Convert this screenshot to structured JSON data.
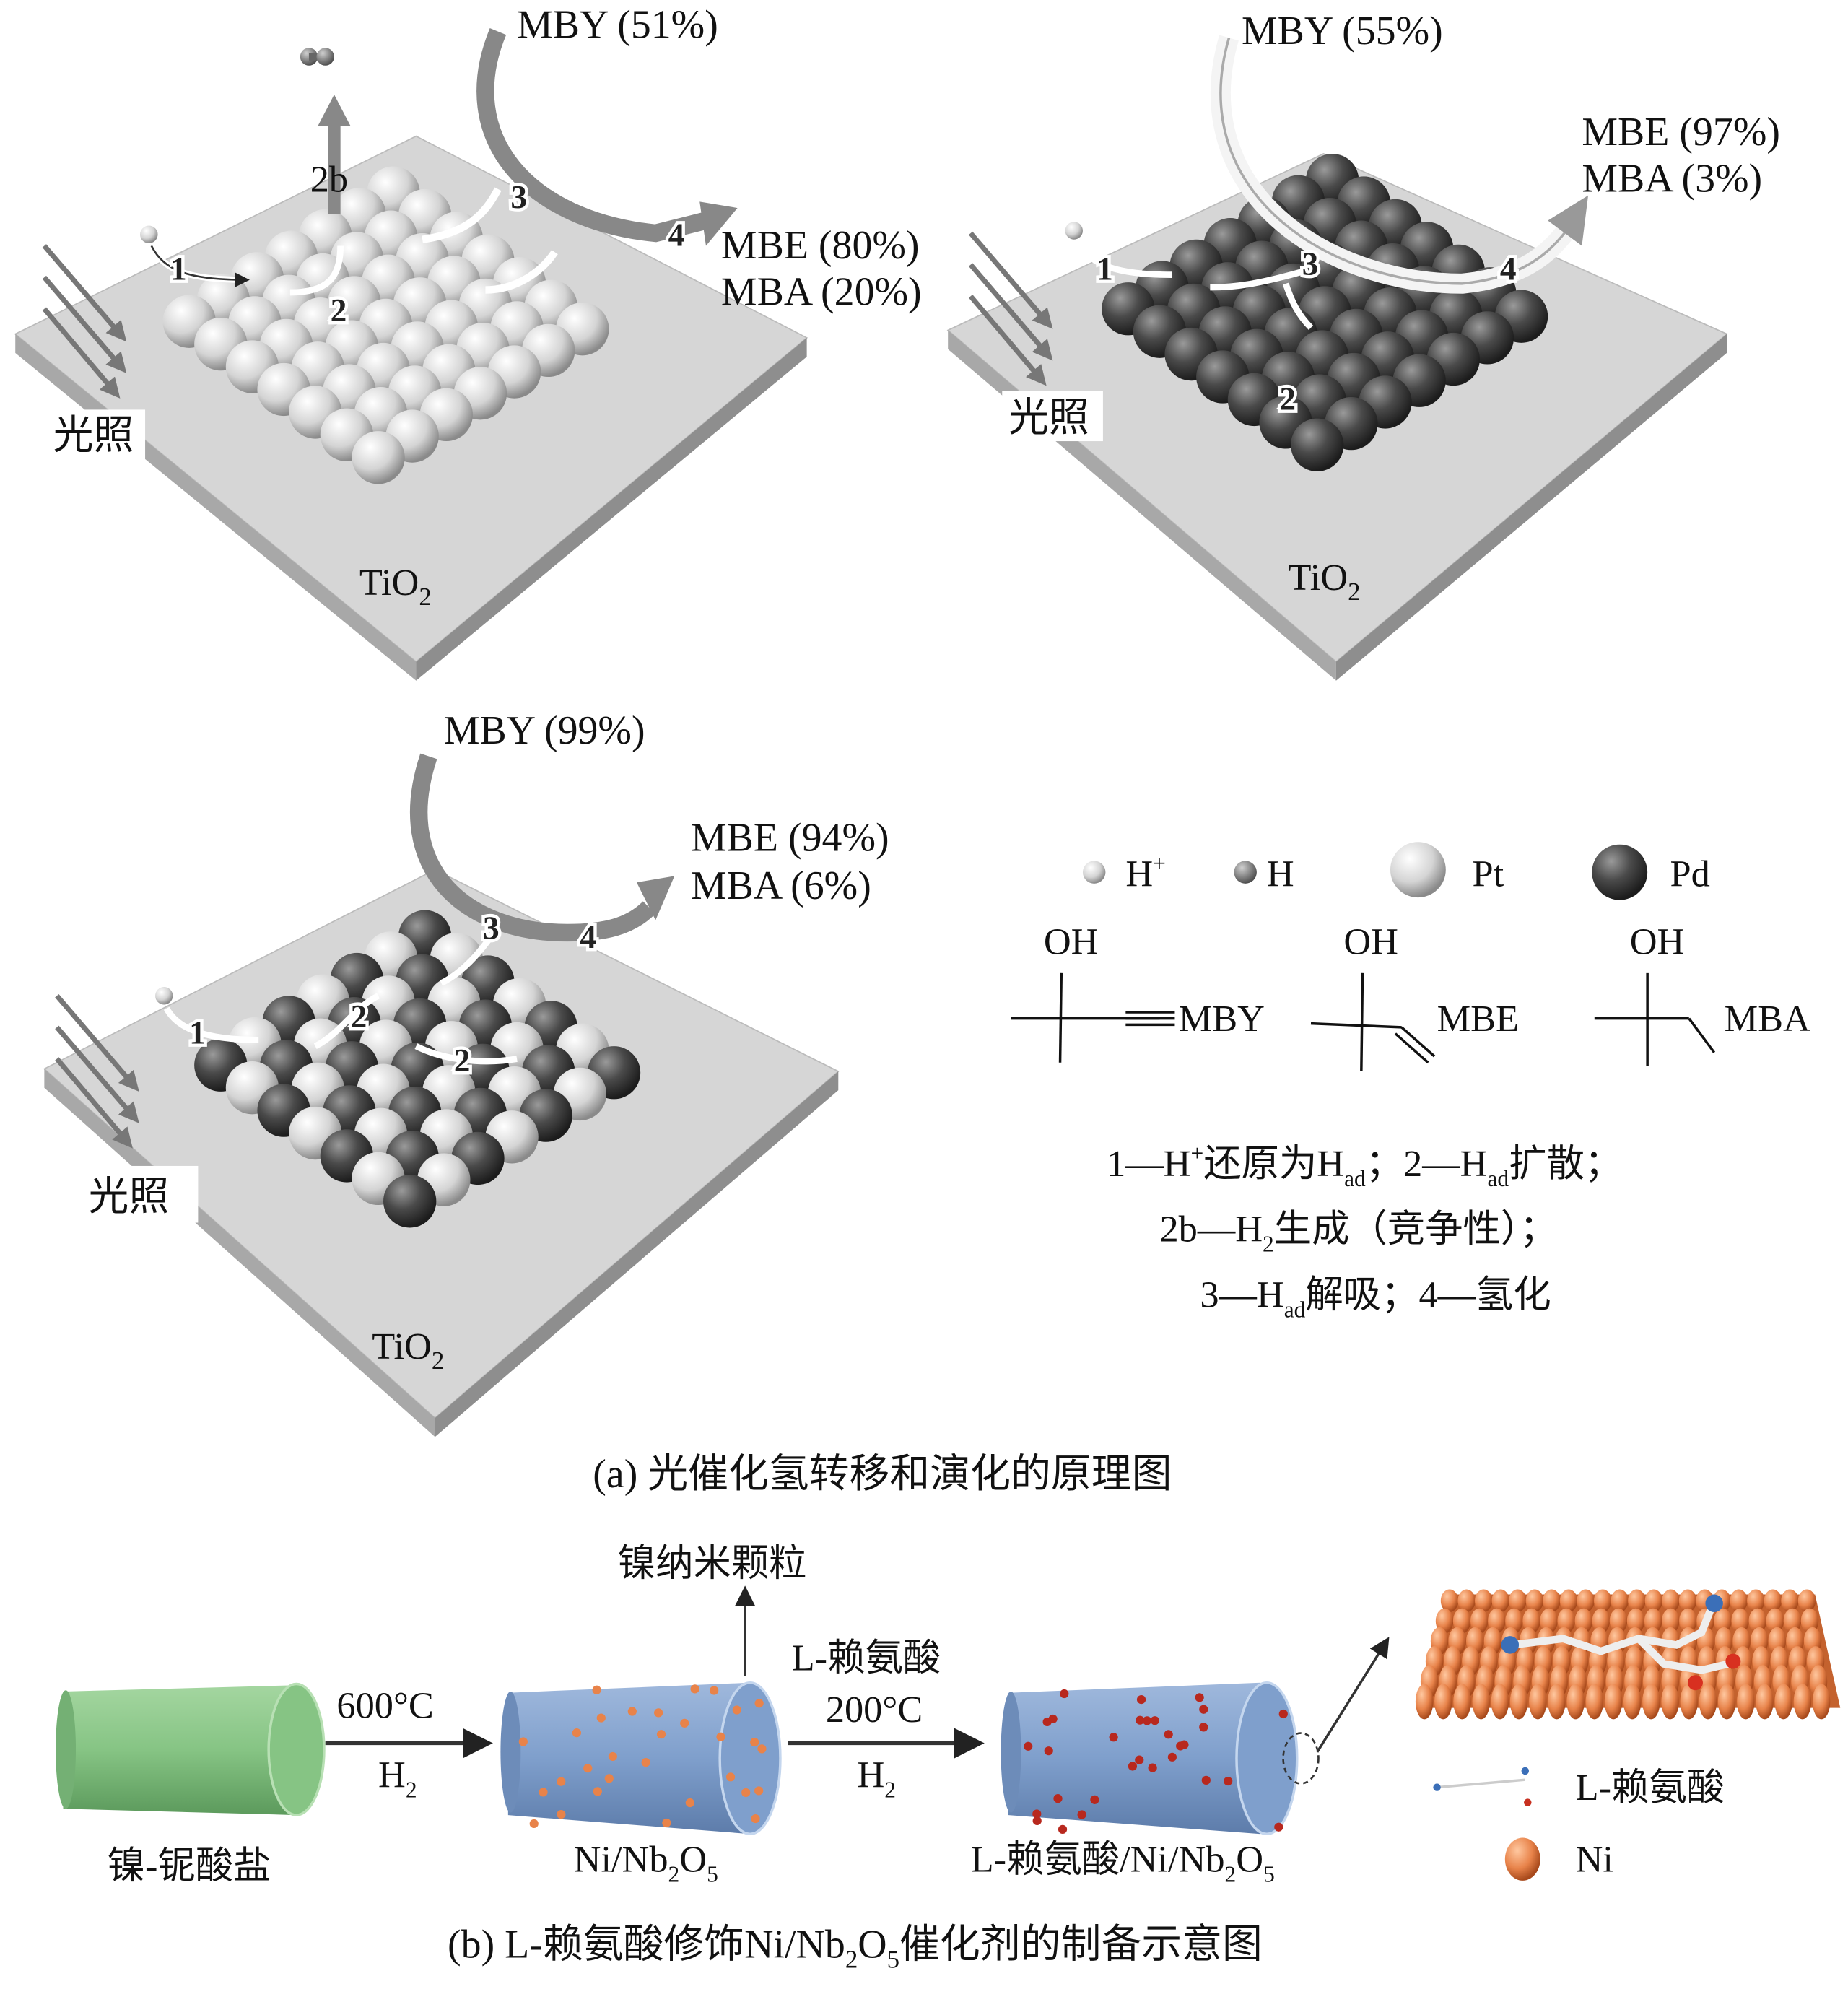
{
  "panel_a": {
    "substrate": {
      "main": "TiO",
      "sub": "2"
    },
    "light_label": "光照",
    "pt_panel": {
      "reactant": "MBY (51%)",
      "product_1": "MBE (80%)",
      "product_2": "MBA (20%)",
      "steps": [
        "1",
        "2",
        "2b",
        "3",
        "4"
      ]
    },
    "pd_panel": {
      "reactant": "MBY (55%)",
      "product_1": "MBE (97%)",
      "product_2": "MBA (3%)",
      "steps": [
        "1",
        "2",
        "3",
        "4"
      ]
    },
    "ptpd_panel": {
      "reactant": "MBY (99%)",
      "product_1": "MBE (94%)",
      "product_2": "MBA (6%)",
      "steps": [
        "1",
        "2",
        "2",
        "3",
        "4"
      ]
    },
    "legend": {
      "h_plus": {
        "main": "H",
        "sup": "+"
      },
      "h": "H",
      "pt": "Pt",
      "pd": "Pd",
      "oh": "OH",
      "mby": "MBY",
      "mbe": "MBE",
      "mba": "MBA"
    },
    "notes": {
      "line1": {
        "a": "1—H",
        "a_sup": "+",
        "b": "还原为H",
        "b_sub": "ad",
        "c": "；2—H",
        "c_sub": "ad",
        "d": "扩散；"
      },
      "line2": {
        "a": "2b—H",
        "a_sub": "2",
        "b": "生成（竞争性）；"
      },
      "line3": {
        "a": "3—H",
        "a_sub": "ad",
        "b": "解吸；4—氢化"
      }
    },
    "caption": "(a) 光催化氢转移和演化的原理图"
  },
  "panel_b": {
    "np_label": "镍纳米颗粒",
    "step1_temp": "600°C",
    "step1_gas": {
      "main": "H",
      "sub": "2"
    },
    "step2_reagent": "L-赖氨酸",
    "step2_temp": "200°C",
    "step2_gas": {
      "main": "H",
      "sub": "2"
    },
    "precursor_label": "镍-铌酸盐",
    "intermediate_label": {
      "a": "Ni/Nb",
      "s1": "2",
      "b": "O",
      "s2": "5"
    },
    "product_label": {
      "a": "L-赖氨酸/Ni/Nb",
      "s1": "2",
      "b": "O",
      "s2": "5"
    },
    "legend_lysine": "L-赖氨酸",
    "legend_ni": "Ni",
    "caption": {
      "a": "(b) L-赖氨酸修饰Ni/Nb",
      "s1": "2",
      "b": "O",
      "s2": "5",
      "c": "催化剂的制备示意图"
    },
    "colors": {
      "precursor": "#8cc68a",
      "support": "#7f9fcc",
      "ni": "#e8834a",
      "ni_dark": "#b8281e"
    }
  }
}
